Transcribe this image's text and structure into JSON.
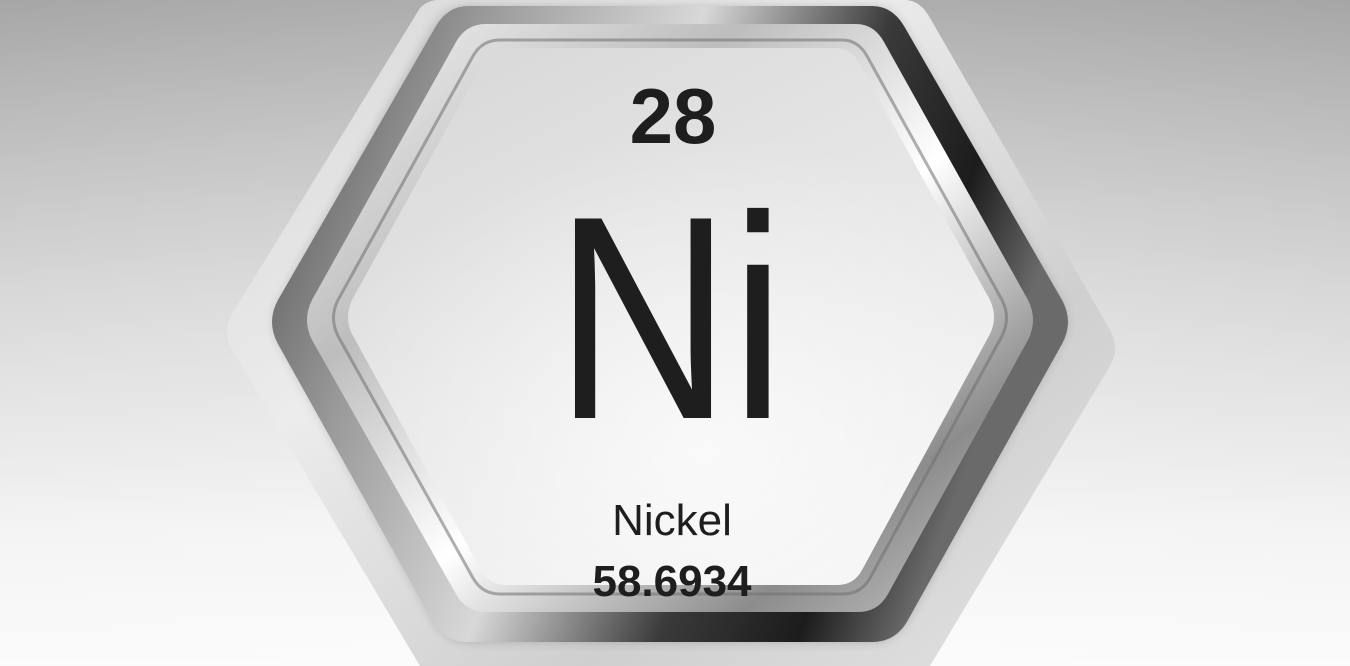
{
  "element": {
    "atomic_number": "28",
    "symbol": "Ni",
    "name": "Nickel",
    "atomic_mass": "58.6934"
  },
  "colors": {
    "background_top": "#a9a9a9",
    "background_bottom": "#fafafa",
    "text": "#1e1e1e",
    "face_light": "#f4f4f4",
    "face_mid": "#dcdcdc",
    "bezel_dark": "#2c2c2c"
  }
}
